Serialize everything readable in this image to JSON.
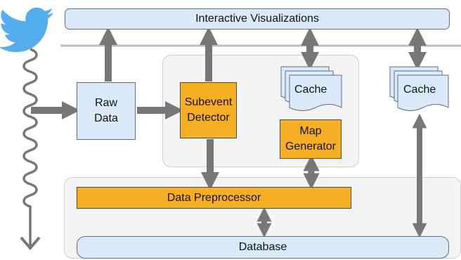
{
  "nodes": {
    "interactive_visualizations": "Interactive Visualizations",
    "raw_data": [
      "Raw",
      "Data"
    ],
    "subevent_detector": [
      "Subevent",
      "Detector"
    ],
    "cache_left": "Cache",
    "cache_right": "Cache",
    "map_generator": [
      "Map",
      "Generator"
    ],
    "data_preprocessor": "Data Preprocessor",
    "database": "Database"
  },
  "icons": {
    "stream_source": "twitter-bird-icon"
  },
  "colors": {
    "blue_fill": "#dbe9f9",
    "orange_fill": "#f6ae22",
    "arrow": "#777777",
    "panel": "#f4f4f4",
    "twitter_blue": "#55acee"
  }
}
